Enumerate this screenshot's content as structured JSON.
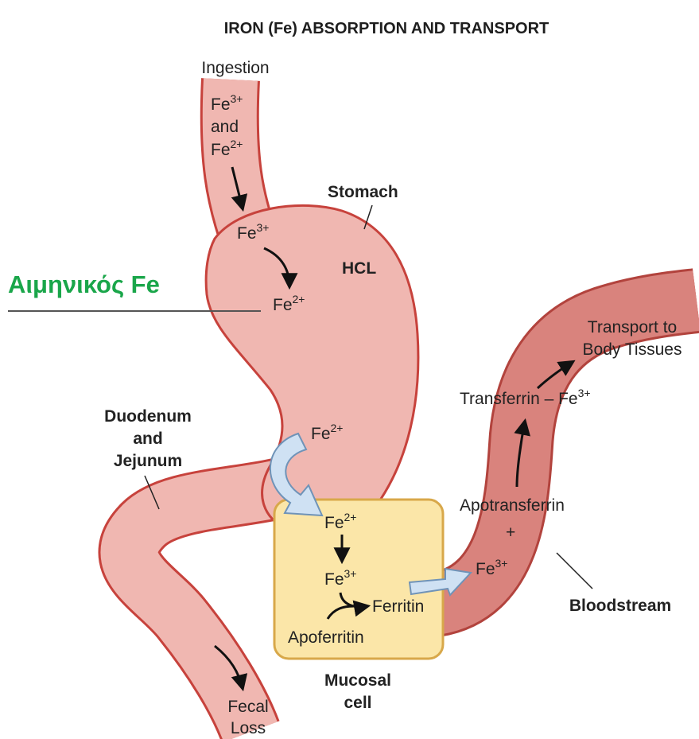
{
  "title": "IRON (Fe) ABSORPTION AND TRANSPORT",
  "labels": {
    "ingestion": "Ingestion",
    "fe3_top": "Fe",
    "fe3_top_sup": "3+",
    "and": "and",
    "fe2_top": "Fe",
    "fe2_top_sup": "2+",
    "stomach": "Stomach",
    "fe3_stomach": "Fe",
    "fe3_stomach_sup": "3+",
    "hcl": "HCL",
    "fe2_stomach": "Fe",
    "fe2_stomach_sup": "2+",
    "duodenum_1": "Duodenum",
    "duodenum_2": "and",
    "duodenum_3": "Jejunum",
    "fe2_duodenum": "Fe",
    "fe2_duodenum_sup": "2+",
    "fe2_cell": "Fe",
    "fe2_cell_sup": "2+",
    "fe3_cell": "Fe",
    "fe3_cell_sup": "3+",
    "ferritin": "Ferritin",
    "apoferritin": "Apoferritin",
    "mucosal_1": "Mucosal",
    "mucosal_2": "cell",
    "fecal_1": "Fecal",
    "fecal_2": "Loss",
    "transport_1": "Transport to",
    "transport_2": "Body Tissues",
    "transferrin": "Transferrin – Fe",
    "transferrin_sup": "3+",
    "apotransferrin": "Apotransferrin",
    "plus": "+",
    "fe3_blood": "Fe",
    "fe3_blood_sup": "3+",
    "bloodstream": "Bloodstream"
  },
  "overlay": {
    "text": "Αιμηνικός Fe",
    "color": "#1aa64a"
  },
  "colors": {
    "gut_fill": "#f0b7b1",
    "gut_stroke": "#c7423c",
    "blood_fill": "#d9837d",
    "blood_stroke": "#b2433d",
    "cell_fill": "#fbe6a8",
    "cell_stroke": "#d8a84a",
    "flow_arrow_fill": "#cfe1f3",
    "flow_arrow_stroke": "#6f93b8"
  }
}
